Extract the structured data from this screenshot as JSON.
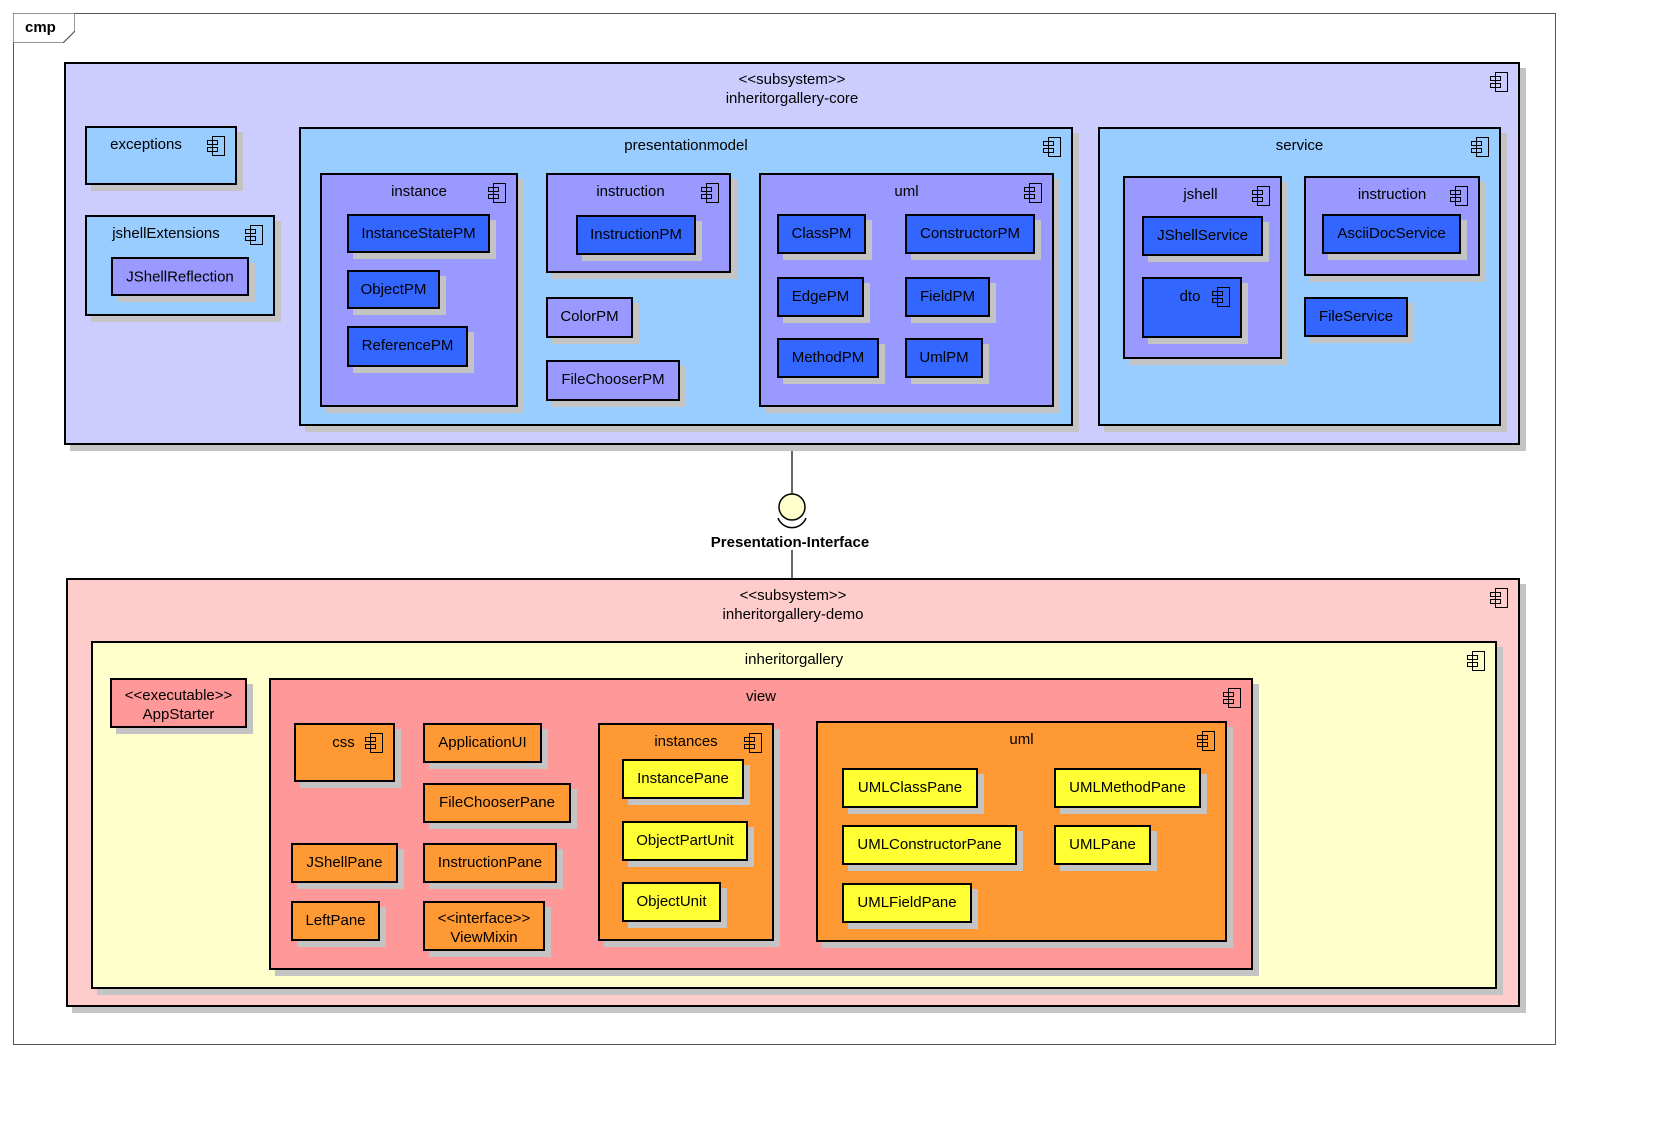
{
  "frame": {
    "label": "cmp"
  },
  "core": {
    "stereotype": "<<subsystem>>",
    "name": "inheritorgallery-core",
    "exceptions": "exceptions",
    "jshellExtensions": {
      "name": "jshellExtensions",
      "items": [
        "JShellReflection"
      ]
    },
    "presentationmodel": {
      "name": "presentationmodel",
      "instance": {
        "name": "instance",
        "items": [
          "InstanceStatePM",
          "ObjectPM",
          "ReferencePM"
        ]
      },
      "instruction": {
        "name": "instruction",
        "items": [
          "InstructionPM"
        ]
      },
      "loose": [
        "ColorPM",
        "FileChooserPM"
      ],
      "uml": {
        "name": "uml",
        "items": [
          "ClassPM",
          "ConstructorPM",
          "EdgePM",
          "FieldPM",
          "MethodPM",
          "UmlPM"
        ]
      }
    },
    "service": {
      "name": "service",
      "jshell": {
        "name": "jshell",
        "items": [
          "JShellService"
        ],
        "dto": "dto"
      },
      "instruction": {
        "name": "instruction",
        "items": [
          "AsciiDocService"
        ]
      },
      "loose": [
        "FileService"
      ]
    }
  },
  "interface": {
    "name": "Presentation-Interface"
  },
  "demo": {
    "stereotype": "<<subsystem>>",
    "name": "inheritorgallery-demo",
    "inheritorgallery": {
      "name": "inheritorgallery",
      "appstarter": {
        "stereotype": "<<executable>>",
        "name": "AppStarter"
      },
      "view": {
        "name": "view",
        "css": "css",
        "items": [
          "ApplicationUI",
          "FileChooserPane",
          "JShellPane",
          "InstructionPane",
          "LeftPane"
        ],
        "viewmixin": {
          "stereotype": "<<interface>>",
          "name": "ViewMixin"
        },
        "instances": {
          "name": "instances",
          "items": [
            "InstancePane",
            "ObjectPartUnit",
            "ObjectUnit"
          ]
        },
        "uml": {
          "name": "uml",
          "items": [
            "UMLClassPane",
            "UMLMethodPane",
            "UMLConstructorPane",
            "UMLPane",
            "UMLFieldPane"
          ]
        }
      }
    }
  }
}
